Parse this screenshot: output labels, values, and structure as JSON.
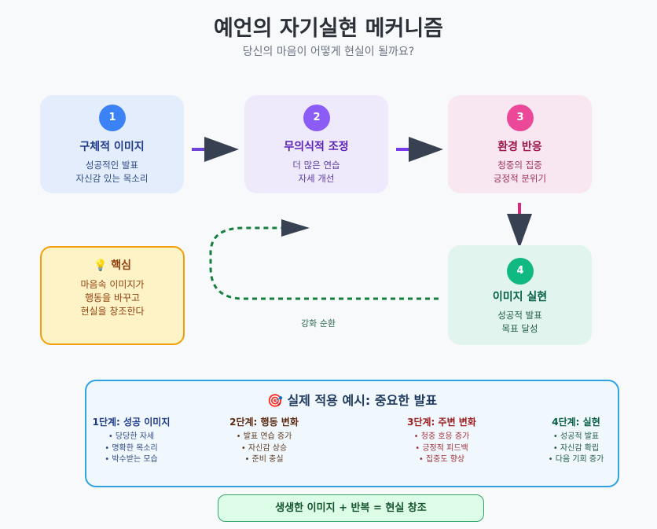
{
  "header": {
    "title": "예언의 자기실현 메커니즘",
    "subtitle": "당신의 마음이 어떻게 현실이 될까요?"
  },
  "steps": [
    {
      "number": "1",
      "title": "구체적 이미지",
      "lines": [
        "성공적인 발표",
        "자신감 있는 목소리"
      ]
    },
    {
      "number": "2",
      "title": "무의식적 조정",
      "lines": [
        "더 많은 연습",
        "자세 개선"
      ]
    },
    {
      "number": "3",
      "title": "환경 반응",
      "lines": [
        "청중의 집중",
        "긍정적 분위기"
      ]
    },
    {
      "number": "4",
      "title": "이미지 실현",
      "lines": [
        "성공적 발표",
        "목표 달성"
      ]
    }
  ],
  "core": {
    "icon": "lightbulb-icon",
    "title": "💡 핵심",
    "lines": [
      "마음속 이미지가",
      "행동을 바꾸고",
      "현실을 창조한다"
    ]
  },
  "loop_label": "강화 순환",
  "example": {
    "icon": "target-icon",
    "title": "🎯 실제 적용 예시: 중요한 발표",
    "stages": [
      {
        "heading": "1단계: 성공 이미지",
        "items": [
          "• 당당한 자세",
          "• 명확한 목소리",
          "• 박수받는 모습"
        ]
      },
      {
        "heading": "2단계: 행동 변화",
        "items": [
          "• 발표 연습 증가",
          "• 자신감 상승",
          "• 준비 충실"
        ]
      },
      {
        "heading": "3단계: 주변 변화",
        "items": [
          "• 청중 호응 증가",
          "• 긍정적 피드백",
          "• 집중도 향상"
        ]
      },
      {
        "heading": "4단계: 실현",
        "items": [
          "• 성공적 발표",
          "• 자신감 확립",
          "• 다음 기회 증가"
        ]
      }
    ]
  },
  "formula": "생생한 이미지 + 반복 = 현실 창조",
  "colors": {
    "step1": "#3b82f6",
    "step2": "#8b5cf6",
    "step3": "#ec4899",
    "step4": "#10b981",
    "core_border": "#f59e0b",
    "example_border": "#2ea3e0"
  }
}
